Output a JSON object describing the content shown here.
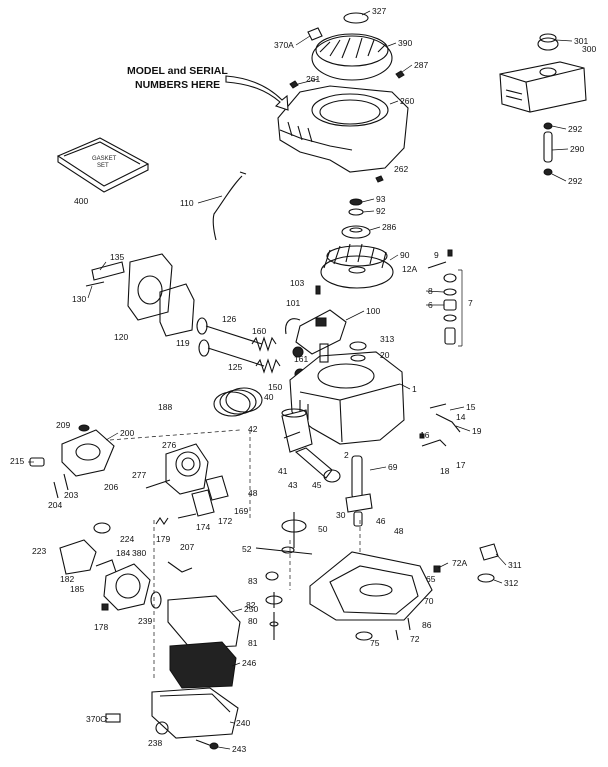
{
  "callout": {
    "line1": "MODEL and SERIAL",
    "line2": "NUMBERS HERE"
  },
  "gasket_label": {
    "line1": "GASKET",
    "line2": "SET"
  },
  "labels": [
    {
      "id": "p327",
      "text": "327"
    },
    {
      "id": "p370a",
      "text": "370A"
    },
    {
      "id": "p390",
      "text": "390"
    },
    {
      "id": "p287",
      "text": "287"
    },
    {
      "id": "p261",
      "text": "261"
    },
    {
      "id": "p260",
      "text": "260"
    },
    {
      "id": "p262",
      "text": "262"
    },
    {
      "id": "p301",
      "text": "301"
    },
    {
      "id": "p300",
      "text": "300"
    },
    {
      "id": "p292a",
      "text": "292"
    },
    {
      "id": "p290",
      "text": "290"
    },
    {
      "id": "p292b",
      "text": "292"
    },
    {
      "id": "p400",
      "text": "400"
    },
    {
      "id": "p110",
      "text": "110"
    },
    {
      "id": "p93",
      "text": "93"
    },
    {
      "id": "p92",
      "text": "92"
    },
    {
      "id": "p286",
      "text": "286"
    },
    {
      "id": "p90",
      "text": "90"
    },
    {
      "id": "p9",
      "text": "9"
    },
    {
      "id": "p12a",
      "text": "12A"
    },
    {
      "id": "p8",
      "text": "8"
    },
    {
      "id": "p6",
      "text": "6"
    },
    {
      "id": "p7",
      "text": "7"
    },
    {
      "id": "p135",
      "text": "135"
    },
    {
      "id": "p130",
      "text": "130"
    },
    {
      "id": "p120",
      "text": "120"
    },
    {
      "id": "p119",
      "text": "119"
    },
    {
      "id": "p103",
      "text": "103"
    },
    {
      "id": "p101",
      "text": "101"
    },
    {
      "id": "p100",
      "text": "100"
    },
    {
      "id": "p126",
      "text": "126"
    },
    {
      "id": "p160",
      "text": "160"
    },
    {
      "id": "p125",
      "text": "125"
    },
    {
      "id": "p161",
      "text": "161"
    },
    {
      "id": "p313",
      "text": "313"
    },
    {
      "id": "p20",
      "text": "20"
    },
    {
      "id": "p1",
      "text": "1"
    },
    {
      "id": "p150",
      "text": "150"
    },
    {
      "id": "p40",
      "text": "40"
    },
    {
      "id": "p188",
      "text": "188"
    },
    {
      "id": "p42",
      "text": "42"
    },
    {
      "id": "p15",
      "text": "15"
    },
    {
      "id": "p14",
      "text": "14"
    },
    {
      "id": "p19",
      "text": "19"
    },
    {
      "id": "p16",
      "text": "16"
    },
    {
      "id": "p17",
      "text": "17"
    },
    {
      "id": "p18",
      "text": "18"
    },
    {
      "id": "p209",
      "text": "209"
    },
    {
      "id": "p200",
      "text": "200"
    },
    {
      "id": "p276",
      "text": "276"
    },
    {
      "id": "p2",
      "text": "2"
    },
    {
      "id": "p69",
      "text": "69"
    },
    {
      "id": "p215",
      "text": "215"
    },
    {
      "id": "p41",
      "text": "41"
    },
    {
      "id": "p43",
      "text": "43"
    },
    {
      "id": "p45",
      "text": "45"
    },
    {
      "id": "p277",
      "text": "277"
    },
    {
      "id": "p203",
      "text": "203"
    },
    {
      "id": "p206",
      "text": "206"
    },
    {
      "id": "p204",
      "text": "204"
    },
    {
      "id": "p48a",
      "text": "48"
    },
    {
      "id": "p169",
      "text": "169"
    },
    {
      "id": "p30",
      "text": "30"
    },
    {
      "id": "p46",
      "text": "46"
    },
    {
      "id": "p48b",
      "text": "48"
    },
    {
      "id": "p172",
      "text": "172"
    },
    {
      "id": "p174",
      "text": "174"
    },
    {
      "id": "p50",
      "text": "50"
    },
    {
      "id": "p224",
      "text": "224"
    },
    {
      "id": "p223",
      "text": "223"
    },
    {
      "id": "p184",
      "text": "184"
    },
    {
      "id": "p380",
      "text": "380"
    },
    {
      "id": "p179",
      "text": "179"
    },
    {
      "id": "p207",
      "text": "207"
    },
    {
      "id": "p52",
      "text": "52"
    },
    {
      "id": "p182",
      "text": "182"
    },
    {
      "id": "p185",
      "text": "185"
    },
    {
      "id": "p83",
      "text": "83"
    },
    {
      "id": "p72a",
      "text": "72A"
    },
    {
      "id": "p311",
      "text": "311"
    },
    {
      "id": "p65",
      "text": "65"
    },
    {
      "id": "p312",
      "text": "312"
    },
    {
      "id": "p250",
      "text": "250"
    },
    {
      "id": "p178",
      "text": "178"
    },
    {
      "id": "p239",
      "text": "239"
    },
    {
      "id": "p82",
      "text": "82"
    },
    {
      "id": "p70",
      "text": "70"
    },
    {
      "id": "p80",
      "text": "80"
    },
    {
      "id": "p86",
      "text": "86"
    },
    {
      "id": "p81",
      "text": "81"
    },
    {
      "id": "p75",
      "text": "75"
    },
    {
      "id": "p72",
      "text": "72"
    },
    {
      "id": "p246",
      "text": "246"
    },
    {
      "id": "p370c",
      "text": "370C"
    },
    {
      "id": "p240",
      "text": "240"
    },
    {
      "id": "p238",
      "text": "238"
    },
    {
      "id": "p243",
      "text": "243"
    }
  ]
}
